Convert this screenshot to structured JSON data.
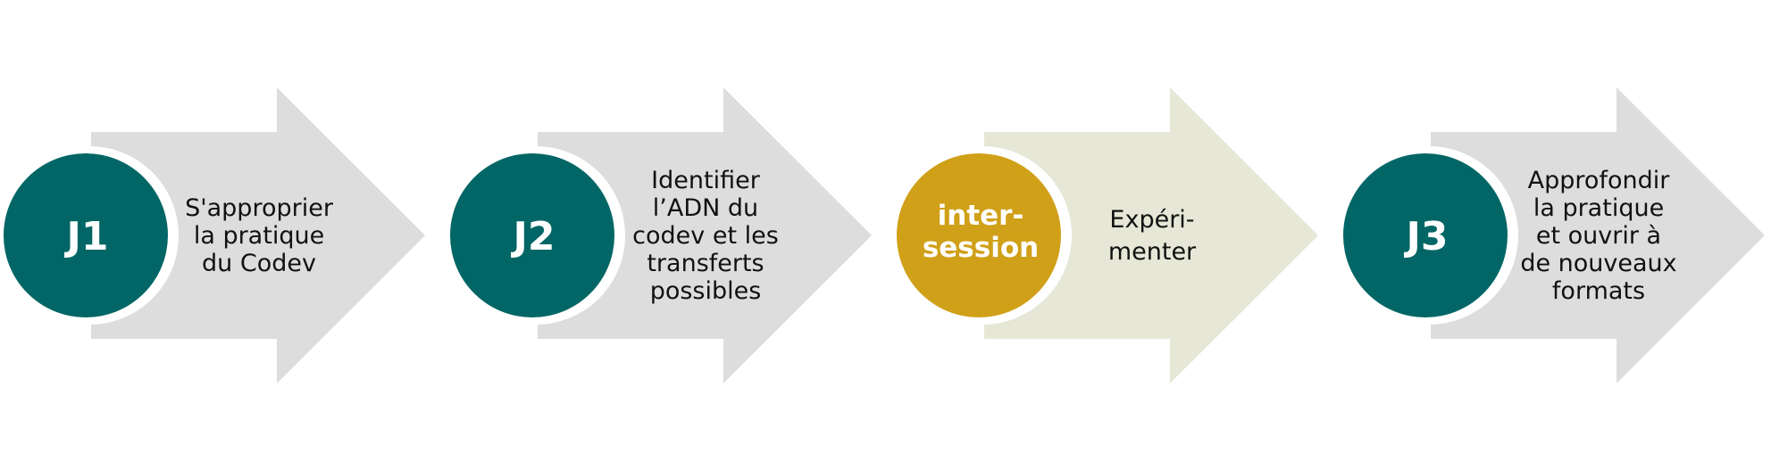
{
  "colors": {
    "teal": "#036666",
    "gold": "#D0A018",
    "arrow_gray": "#DDDDDD",
    "arrow_olive": "#E6E7D6",
    "white": "#FFFFFF",
    "text": "#111111"
  },
  "steps": [
    {
      "circle_label": [
        "J1"
      ],
      "circle_color": "teal",
      "arrow_color": "arrow_gray",
      "text_lines": [
        "S'approprier",
        "la pratique",
        "du Codev"
      ]
    },
    {
      "circle_label": [
        "J2"
      ],
      "circle_color": "teal",
      "arrow_color": "arrow_gray",
      "text_lines": [
        "Identifier",
        "l’ADN du",
        "codev et les",
        "transferts",
        "possibles"
      ]
    },
    {
      "circle_label": [
        "inter-",
        "session"
      ],
      "circle_color": "gold",
      "arrow_color": "arrow_olive",
      "text_lines": [
        "Expéri-",
        "menter"
      ]
    },
    {
      "circle_label": [
        "J3"
      ],
      "circle_color": "teal",
      "arrow_color": "arrow_gray",
      "text_lines": [
        "Approfondir",
        "la pratique",
        "et ouvrir à",
        "de nouveaux",
        "formats"
      ]
    }
  ]
}
